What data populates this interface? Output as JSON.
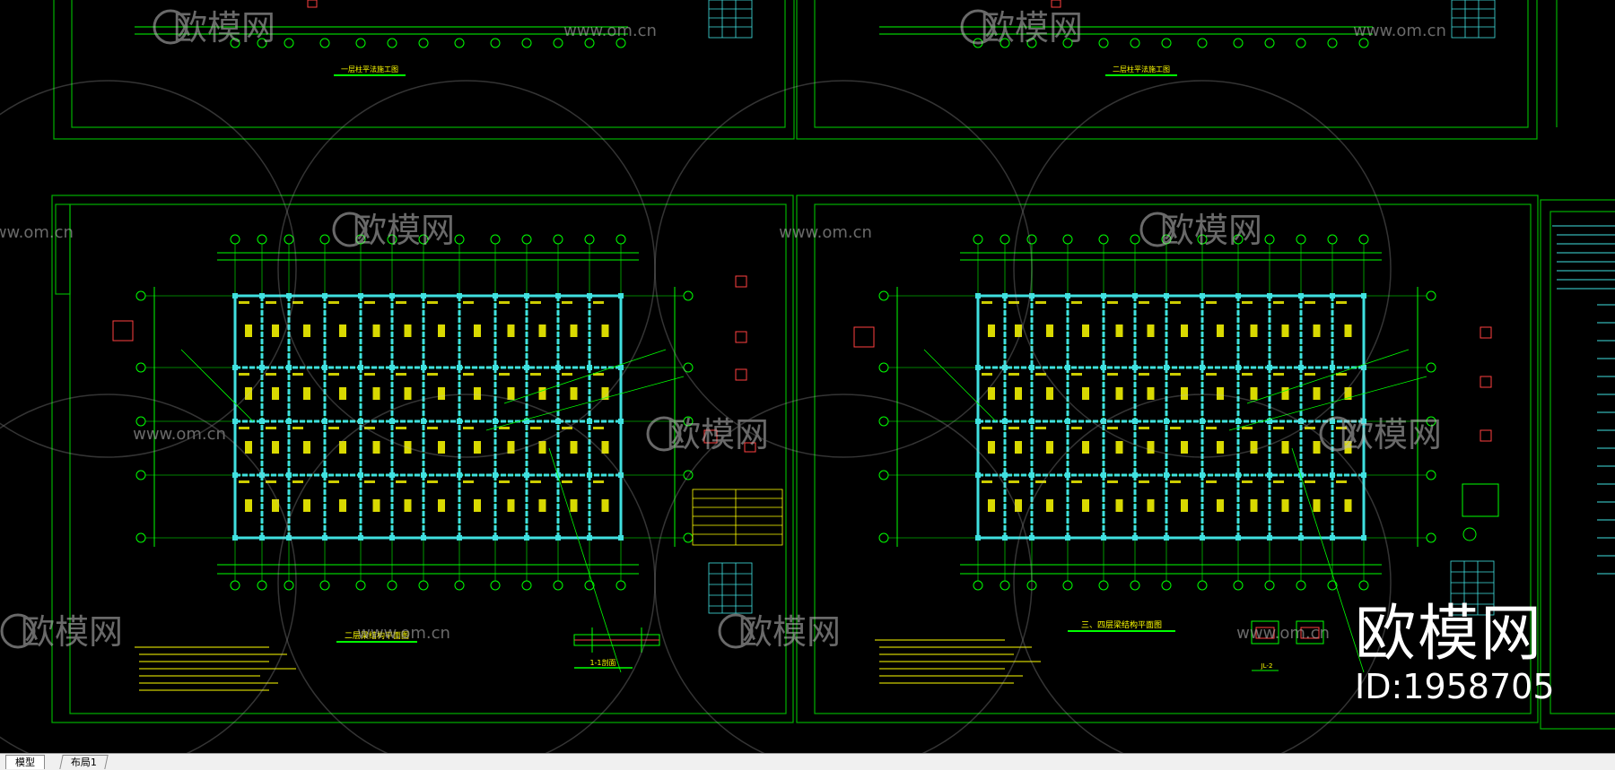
{
  "tabs": [
    {
      "label": "模型",
      "active": true
    },
    {
      "label": "布局1",
      "active": false
    }
  ],
  "drawings": {
    "top_left_title": "一层柱平法施工图",
    "top_right_title": "二层柱平法施工图",
    "bottom_left_title": "二层梁结构平面图",
    "bottom_right_title": "三、四层梁结构平面图",
    "section_label": "1-1剖面",
    "detail_label": "JL-2"
  },
  "watermarks": {
    "logo_text": "欧模网",
    "url_text": "www.om.cn"
  },
  "brand": {
    "name": "欧模网",
    "id": "ID:1958705"
  },
  "colors": {
    "background": "#000000",
    "frame": "#00c000",
    "beam": "#40e0e0",
    "dimension": "#00ff00",
    "text": "#ffff00",
    "annotation": "#ff4040",
    "watermark": "#bfbfbf"
  }
}
